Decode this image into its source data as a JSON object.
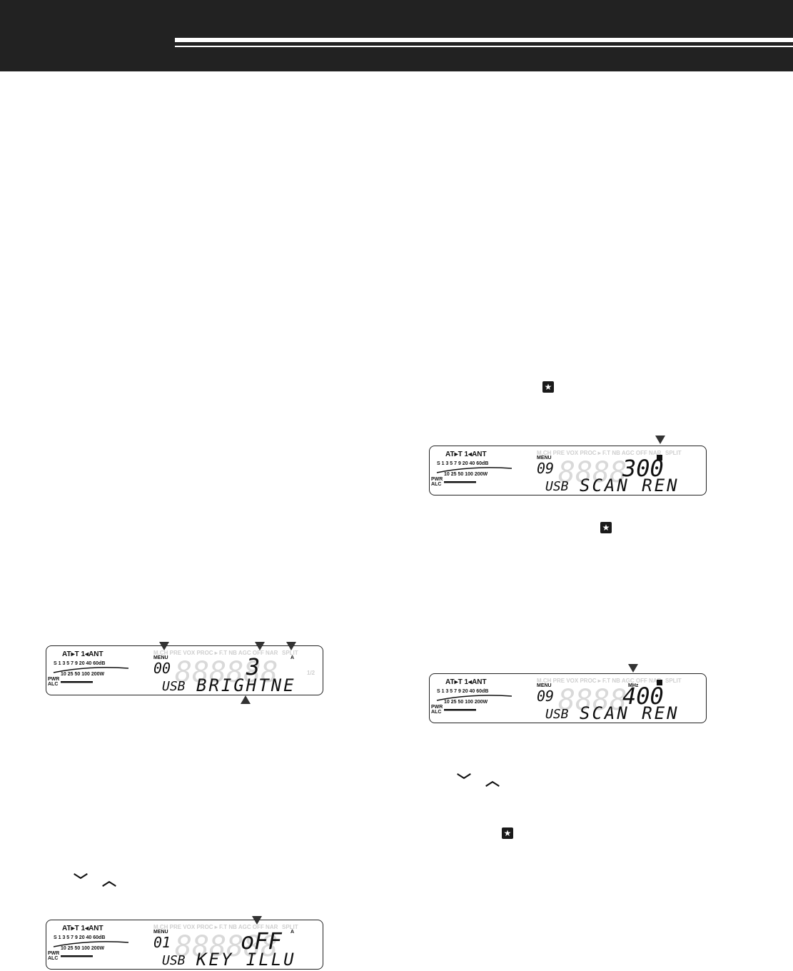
{
  "header": {
    "title": ""
  },
  "icons": {
    "star_key": "★",
    "down_key": "﹀",
    "up_key": "︿"
  },
  "lcd_common": {
    "at_ant": "AT▸T 1◂ANT",
    "s_scale": "S  1  3  5  7  9    20   40   60dB",
    "pwr_scale": "10  25  50    100   200W",
    "pwr": "PWR",
    "alc": "ALC",
    "menu": "MENU",
    "mode": "USB"
  },
  "displays": [
    {
      "menu_number": "00",
      "value": "3",
      "name": "BRIGHTNE",
      "sub": "A",
      "unit": ""
    },
    {
      "menu_number": "01",
      "value": "oFF",
      "name": "KEY ILLU",
      "sub": "A",
      "unit": ""
    },
    {
      "menu_number": "09",
      "value": "300",
      "name": "SCAN REN",
      "sub": "",
      "unit": ""
    },
    {
      "menu_number": "09",
      "value": "400",
      "name": "SCAN REN",
      "sub": "",
      "unit": "MHz"
    }
  ]
}
